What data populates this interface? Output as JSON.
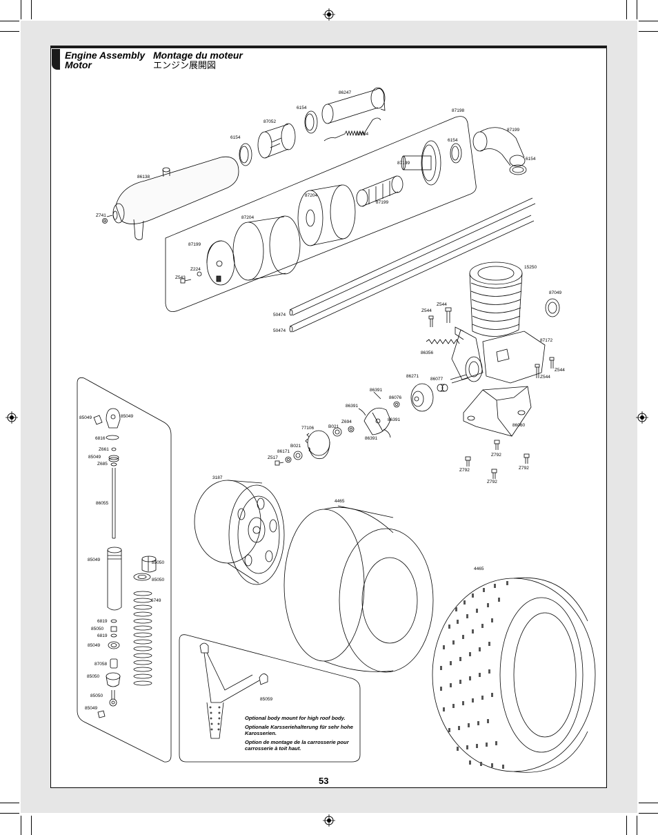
{
  "header": {
    "title_en": "Engine Assembly",
    "title_de": "Motor",
    "title_fr": "Montage du moteur",
    "title_jp": "エンジン展開図"
  },
  "page_number": "53",
  "note": {
    "en": "Optional body mount for high roof body.",
    "de": "Optionale Karsseriehalterung für sehr hohe Karosserien.",
    "fr": "Option de montage de la carrosserie pour carrosserie à toit haut."
  },
  "part_labels": [
    "86247",
    "6154",
    "87052",
    "87054",
    "6154",
    "86138",
    "Z741",
    "87198",
    "87199",
    "6154",
    "87199",
    "6154",
    "87199",
    "87204",
    "87204",
    "87199",
    "Z224",
    "Z543",
    "50474",
    "50474",
    "15250",
    "87049",
    "Z544",
    "Z544",
    "87172",
    "86356",
    "Z544",
    "Z544",
    "86271",
    "86077",
    "86391",
    "86076",
    "86391",
    "Z694",
    "B021",
    "86391",
    "86391",
    "77106",
    "86171",
    "B021",
    "Z517",
    "86060",
    "Z792",
    "Z792",
    "Z792",
    "Z792",
    "85049",
    "85049",
    "6816",
    "Z661",
    "85049",
    "Z685",
    "86055",
    "85049",
    "85050",
    "85050",
    "6749",
    "6819",
    "85050",
    "6819",
    "85049",
    "87058",
    "85050",
    "85050",
    "85049",
    "3187",
    "4465",
    "4465",
    "85059"
  ]
}
